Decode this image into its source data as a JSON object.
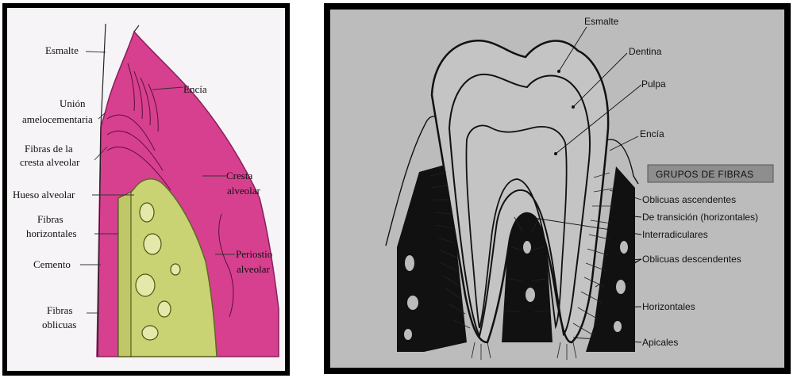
{
  "left_figure": {
    "labels": {
      "esmalte": "Esmalte",
      "encia": "Encía",
      "union_1": "Unión",
      "union_2": "amelocementaria",
      "fibras_cresta_1": "Fibras de la",
      "fibras_cresta_2": "cresta alveolar",
      "cresta_1": "Cresta",
      "cresta_2": "alveolar",
      "hueso": "Hueso alveolar",
      "fibras_h_1": "Fibras",
      "fibras_h_2": "horizontales",
      "periostio_1": "Periostio",
      "periostio_2": "alveolar",
      "cemento": "Cemento",
      "fibras_o_1": "Fibras",
      "fibras_o_2": "oblicuas"
    },
    "colors": {
      "gingiva": "#d6408f",
      "bone": "#c9d373",
      "background": "#f6f4f7"
    }
  },
  "right_figure": {
    "labels": {
      "esmalte": "Esmalte",
      "dentina": "Dentina",
      "pulpa": "Pulpa",
      "encia": "Encía",
      "oblicuas_asc": "Oblicuas ascendentes",
      "transicion": "De transición (horizontales)",
      "interradiculares": "Interradiculares",
      "oblicuas_desc": "Oblicuas descendentes",
      "horizontales": "Horizontales",
      "apicales": "Apicales"
    },
    "group_box_title": "GRUPOS DE FIBRAS",
    "colors": {
      "paper": "#bcbcbc",
      "bone": "#111111",
      "box": "#8e8e8e"
    }
  }
}
